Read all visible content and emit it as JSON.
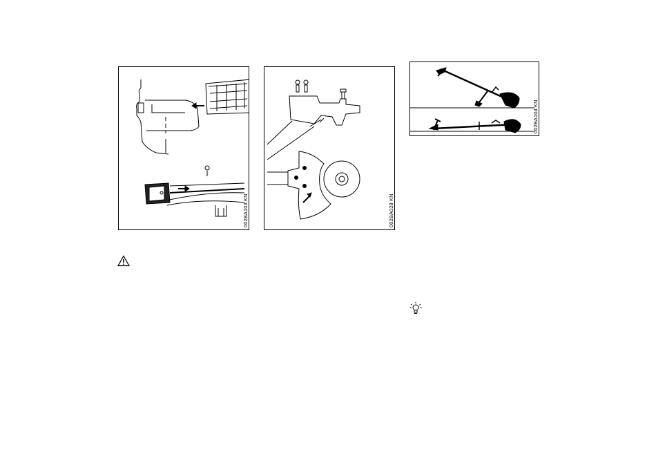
{
  "figures": [
    {
      "code": "002BA103 KN"
    },
    {
      "code": "002BA028 KN"
    },
    {
      "code": "002BA104 KN"
    }
  ],
  "icons": {
    "warning": "warning-triangle-icon",
    "tip": "lightbulb-tip-icon"
  }
}
